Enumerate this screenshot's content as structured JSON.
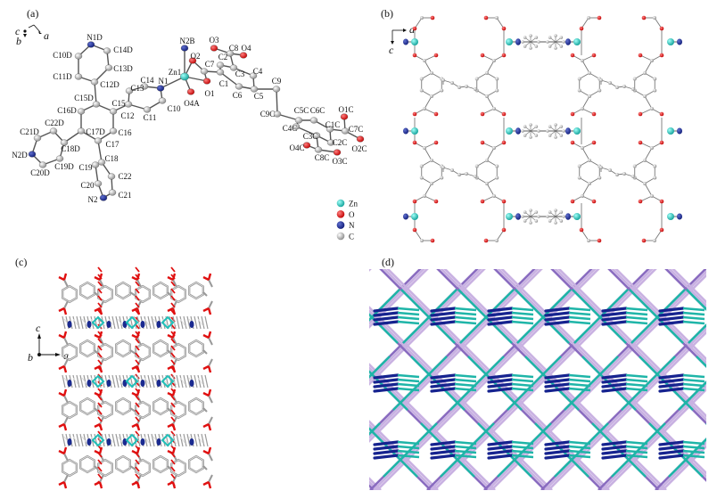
{
  "panels": {
    "a": {
      "label": "(a)",
      "axes": {
        "c": "c",
        "b": "b",
        "a": "a"
      },
      "atoms": [
        "N1D",
        "C14D",
        "C10D",
        "C13D",
        "C11D",
        "C12D",
        "C15D",
        "C16D",
        "C15",
        "C12",
        "C13",
        "C14",
        "N1",
        "C10",
        "C11",
        "C17D",
        "C16",
        "C18D",
        "C22D",
        "C21D",
        "N2D",
        "C20D",
        "C19D",
        "C17",
        "C18",
        "C19",
        "C20",
        "C22",
        "N2",
        "C21",
        "Zn1",
        "N2B",
        "O2",
        "O4A",
        "O1",
        "C7",
        "C1",
        "C2",
        "O3",
        "C8",
        "O4",
        "C3",
        "C4",
        "C5",
        "C6",
        "C9",
        "C9C",
        "C5C",
        "C6C",
        "C4C",
        "C1C",
        "O1C",
        "C7C",
        "O2C",
        "C2C",
        "C3C",
        "O4C",
        "C8C",
        "O3C"
      ],
      "legend": [
        {
          "element": "Zn",
          "color": "#1fbfb8"
        },
        {
          "element": "O",
          "color": "#e01010"
        },
        {
          "element": "N",
          "color": "#1a2a90"
        },
        {
          "element": "C",
          "color": "#b8b8b8"
        }
      ]
    },
    "b": {
      "label": "(b)",
      "axes": {
        "a": "a",
        "c": "c"
      }
    },
    "c": {
      "label": "(c)",
      "axes": {
        "c": "c",
        "b": "b",
        "a": "a"
      }
    },
    "d": {
      "label": "(d)"
    }
  },
  "colors": {
    "zn": "#1fbfb8",
    "o": "#e01010",
    "n": "#1a2a90",
    "c": "#b8b8b8",
    "purple_dark": "#8a6cc0",
    "purple_light": "#c9b2e2",
    "cyan": "#1fb5a8",
    "blue": "#16238f"
  }
}
